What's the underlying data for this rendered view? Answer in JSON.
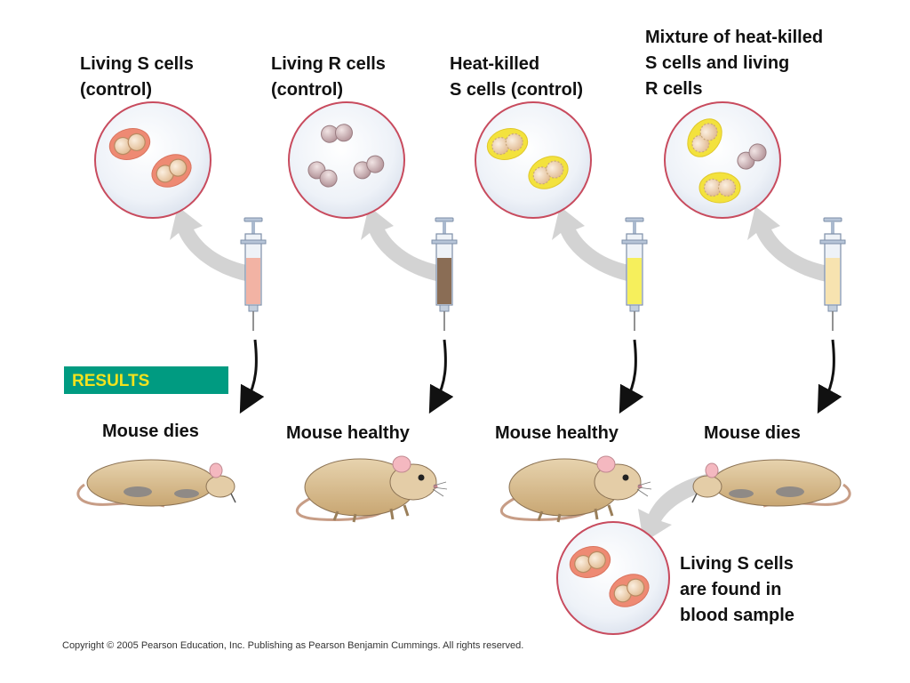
{
  "experiments": [
    {
      "label": "Living S cells\n(control)",
      "result": "Mouse dies",
      "fluid_color": "#f2b3a4"
    },
    {
      "label": "Living R cells\n(control)",
      "result": "Mouse healthy",
      "fluid_color": "#8a6d55"
    },
    {
      "label": "Heat-killed\nS cells (control)",
      "result": "Mouse healthy",
      "fluid_color": "#f6ef5c"
    },
    {
      "label": "Mixture of heat-killed\nS cells and living\nR cells",
      "result": "Mouse dies",
      "fluid_color": "#f7e3b0"
    }
  ],
  "results_heading": "RESULTS",
  "blood_sample_label": "Living S cells\nare found in\nblood sample",
  "copyright": "Copyright © 2005 Pearson Education, Inc. Publishing as Pearson Benjamin Cummings. All rights reserved.",
  "colors": {
    "results_bar": "#009b81",
    "results_text": "#f2e21e",
    "circle_border": "#c84b5e",
    "s_capsule_live": "#ee8a73",
    "s_capsule_dead": "#f3e23d",
    "r_cell": "#c8a9ad",
    "mouse_fur": "#d8bd8f",
    "arrow_gray": "#d3d3d3"
  }
}
